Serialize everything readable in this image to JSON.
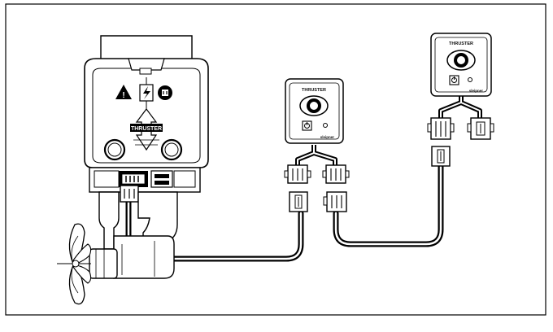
{
  "panels": {
    "panel_1": {
      "title": "THRUSTER",
      "brand": "sleipner"
    },
    "panel_2": {
      "title": "THRUSTER",
      "brand": "sleipner"
    }
  },
  "motor": {
    "label_center": "THRUSTER"
  },
  "icons": [
    "warning-triangle-icon",
    "lightning-icon",
    "info-circle-icon",
    "power-button-icon",
    "joystick-knob-icon",
    "connector-plug-icon",
    "propeller-icon"
  ],
  "colors": {
    "line": "#000000",
    "cable": "#111111",
    "background": "#ffffff"
  }
}
